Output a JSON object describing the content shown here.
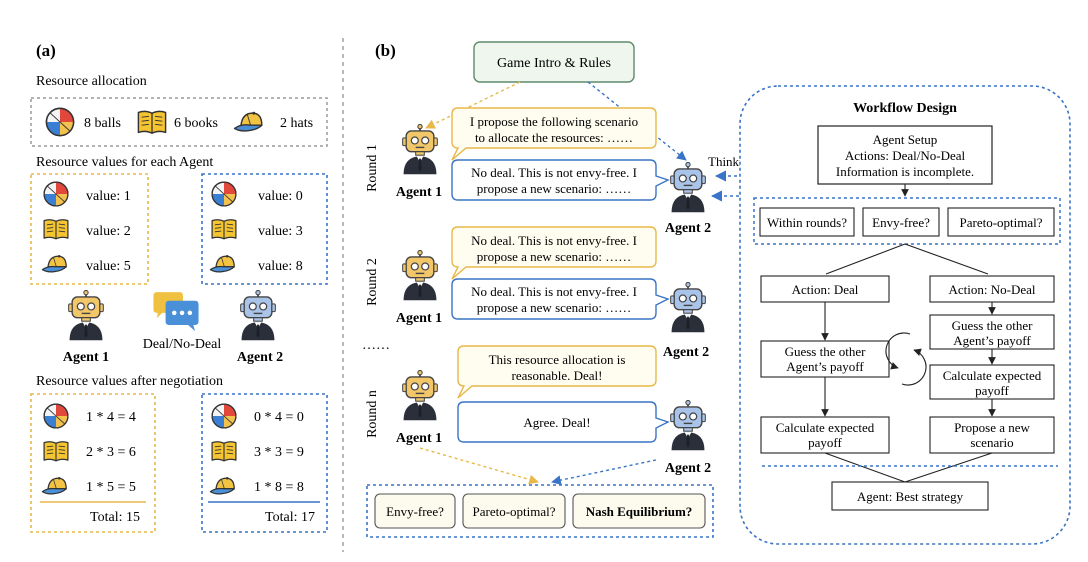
{
  "colors": {
    "yellow": "#e8b84a",
    "yellow_fill": "#fffdf0",
    "blue": "#3a74c6",
    "blue_fill": "#ffffff",
    "green_border": "#5f8a6a",
    "green_fill": "#eef6ee",
    "dark_fill": "#fcfbee",
    "robot_yellow": "#f2c76a",
    "robot_blue": "#a9c4e8",
    "suit": "#2a2f3a",
    "grey_dot": "#9a9a9a",
    "chat_yellow": "#f0c040",
    "chat_blue": "#4a90d9"
  },
  "panel_a": {
    "label": "(a)",
    "resource_allocation_title": "Resource allocation",
    "items": [
      {
        "icon": "ball-icon",
        "text": "8 balls"
      },
      {
        "icon": "book-icon",
        "text": "6 books"
      },
      {
        "icon": "hat-icon",
        "text": "2 hats"
      }
    ],
    "values_title": "Resource values for each Agent",
    "agent1_values": [
      "value: 1",
      "value: 2",
      "value: 5"
    ],
    "agent2_values": [
      "value: 0",
      "value: 3",
      "value: 8"
    ],
    "agent1_label": "Agent 1",
    "agent2_label": "Agent 2",
    "deal_label": "Deal/No-Deal",
    "after_title": "Resource values after negotiation",
    "agent1_after": [
      "1 * 4 = 4",
      "2 * 3 = 6",
      "1 * 5 = 5"
    ],
    "agent1_total": "Total:  15",
    "agent2_after": [
      "0 * 4 = 0",
      "3 * 3 = 9",
      "1 * 8 = 8"
    ],
    "agent2_total": "Total:  17"
  },
  "panel_b": {
    "label": "(b)",
    "game_intro": "Game Intro & Rules",
    "rounds": [
      "Round 1",
      "Round 2",
      "Round n"
    ],
    "ellipsis": "……",
    "agent1_label": "Agent 1",
    "agent2_label": "Agent 2",
    "thinking_chain": "Thinking Chain",
    "bubbles": [
      [
        "I propose the following scenario",
        "to allocate the resources: ……"
      ],
      [
        "No deal. This is not envy-free. I",
        "propose a new scenario: ……"
      ],
      [
        "No deal. This is not envy-free. I",
        "propose a new scenario: ……"
      ],
      [
        "No deal. This is not envy-free. I",
        "propose a new scenario: ……"
      ],
      [
        "This resource allocation is",
        "reasonable. Deal!"
      ],
      [
        "Agree. Deal!"
      ]
    ],
    "bottom_checks": [
      "Envy-free?",
      "Pareto-optimal?",
      "Nash Equilibrium?"
    ]
  },
  "workflow": {
    "title": "Workflow Design",
    "setup": [
      "Agent Setup",
      "Actions: Deal/No-Deal",
      "Information is incomplete."
    ],
    "checks": [
      "Within rounds?",
      "Envy-free?",
      "Pareto-optimal?"
    ],
    "deal": "Action: Deal",
    "nodeal": "Action: No-Deal",
    "guess_left": [
      "Guess the other",
      "Agent’s payoff"
    ],
    "calc_left": [
      "Calculate expected",
      "payoff"
    ],
    "guess_right": [
      "Guess the other",
      "Agent’s payoff"
    ],
    "calc_right": [
      "Calculate expected",
      "payoff"
    ],
    "propose": [
      "Propose a new",
      "scenario"
    ],
    "best": "Agent: Best strategy"
  }
}
